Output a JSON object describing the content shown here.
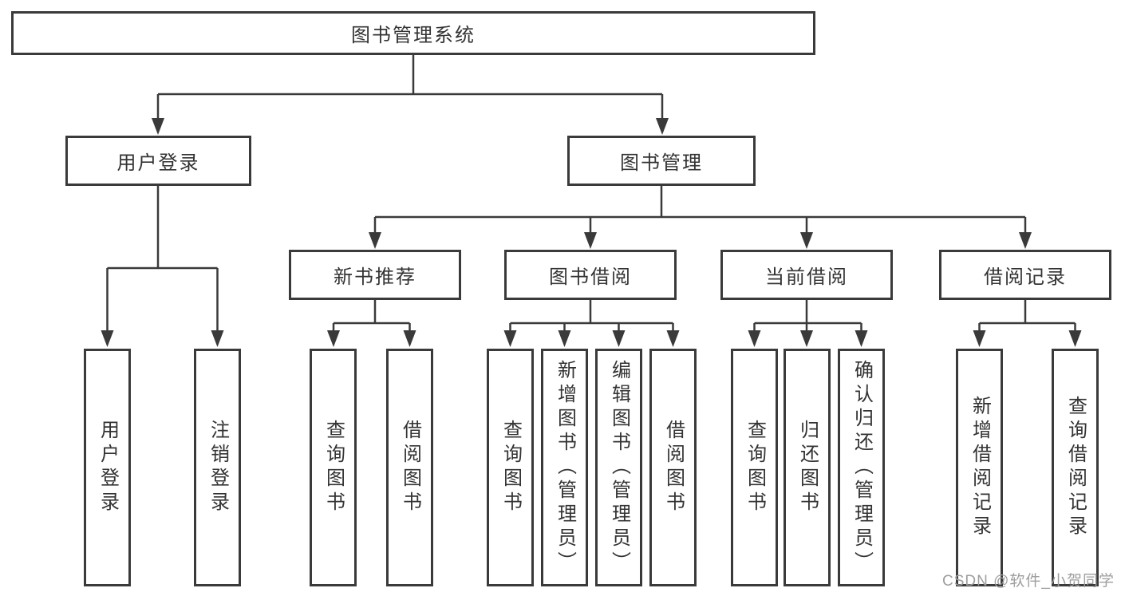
{
  "diagram_title": "图书管理系统",
  "nodes": {
    "root": "图书管理系统",
    "user_login": "用户登录",
    "book_management": "图书管理",
    "new_book_recommend": "新书推荐",
    "book_borrow": "图书借阅",
    "current_borrow": "当前借阅",
    "borrow_record": "借阅记录",
    "user_login_leaf": "用户登录",
    "logout_leaf": "注销登录",
    "nbr_query_books": "查询图书",
    "nbr_borrow_books": "借阅图书",
    "bb_query_books": "查询图书",
    "bb_add_books": "新增图书（管理员）",
    "bb_edit_books": "编辑图书（管理员）",
    "bb_borrow_books": "借阅图书",
    "cb_query_books": "查询图书",
    "cb_return_books": "归还图书",
    "cb_confirm_return": "确认归还（管理员）",
    "br_add_record": "新增借阅记录",
    "br_query_record": "查询借阅记录"
  },
  "edges": [
    [
      "图书管理系统",
      "用户登录"
    ],
    [
      "图书管理系统",
      "图书管理"
    ],
    [
      "用户登录",
      "用户登录"
    ],
    [
      "用户登录",
      "注销登录"
    ],
    [
      "图书管理",
      "新书推荐"
    ],
    [
      "图书管理",
      "图书借阅"
    ],
    [
      "图书管理",
      "当前借阅"
    ],
    [
      "图书管理",
      "借阅记录"
    ],
    [
      "新书推荐",
      "查询图书"
    ],
    [
      "新书推荐",
      "借阅图书"
    ],
    [
      "图书借阅",
      "查询图书"
    ],
    [
      "图书借阅",
      "新增图书（管理员）"
    ],
    [
      "图书借阅",
      "编辑图书（管理员）"
    ],
    [
      "图书借阅",
      "借阅图书"
    ],
    [
      "当前借阅",
      "查询图书"
    ],
    [
      "当前借阅",
      "归还图书"
    ],
    [
      "当前借阅",
      "确认归还（管理员）"
    ],
    [
      "借阅记录",
      "新增借阅记录"
    ],
    [
      "借阅记录",
      "查询借阅记录"
    ]
  ],
  "watermark": "CSDN @软件_小贺同学",
  "colors": {
    "line": "#3a3a3a",
    "text": "#333333",
    "watermark": "#9e9e9e",
    "background": "#ffffff"
  }
}
